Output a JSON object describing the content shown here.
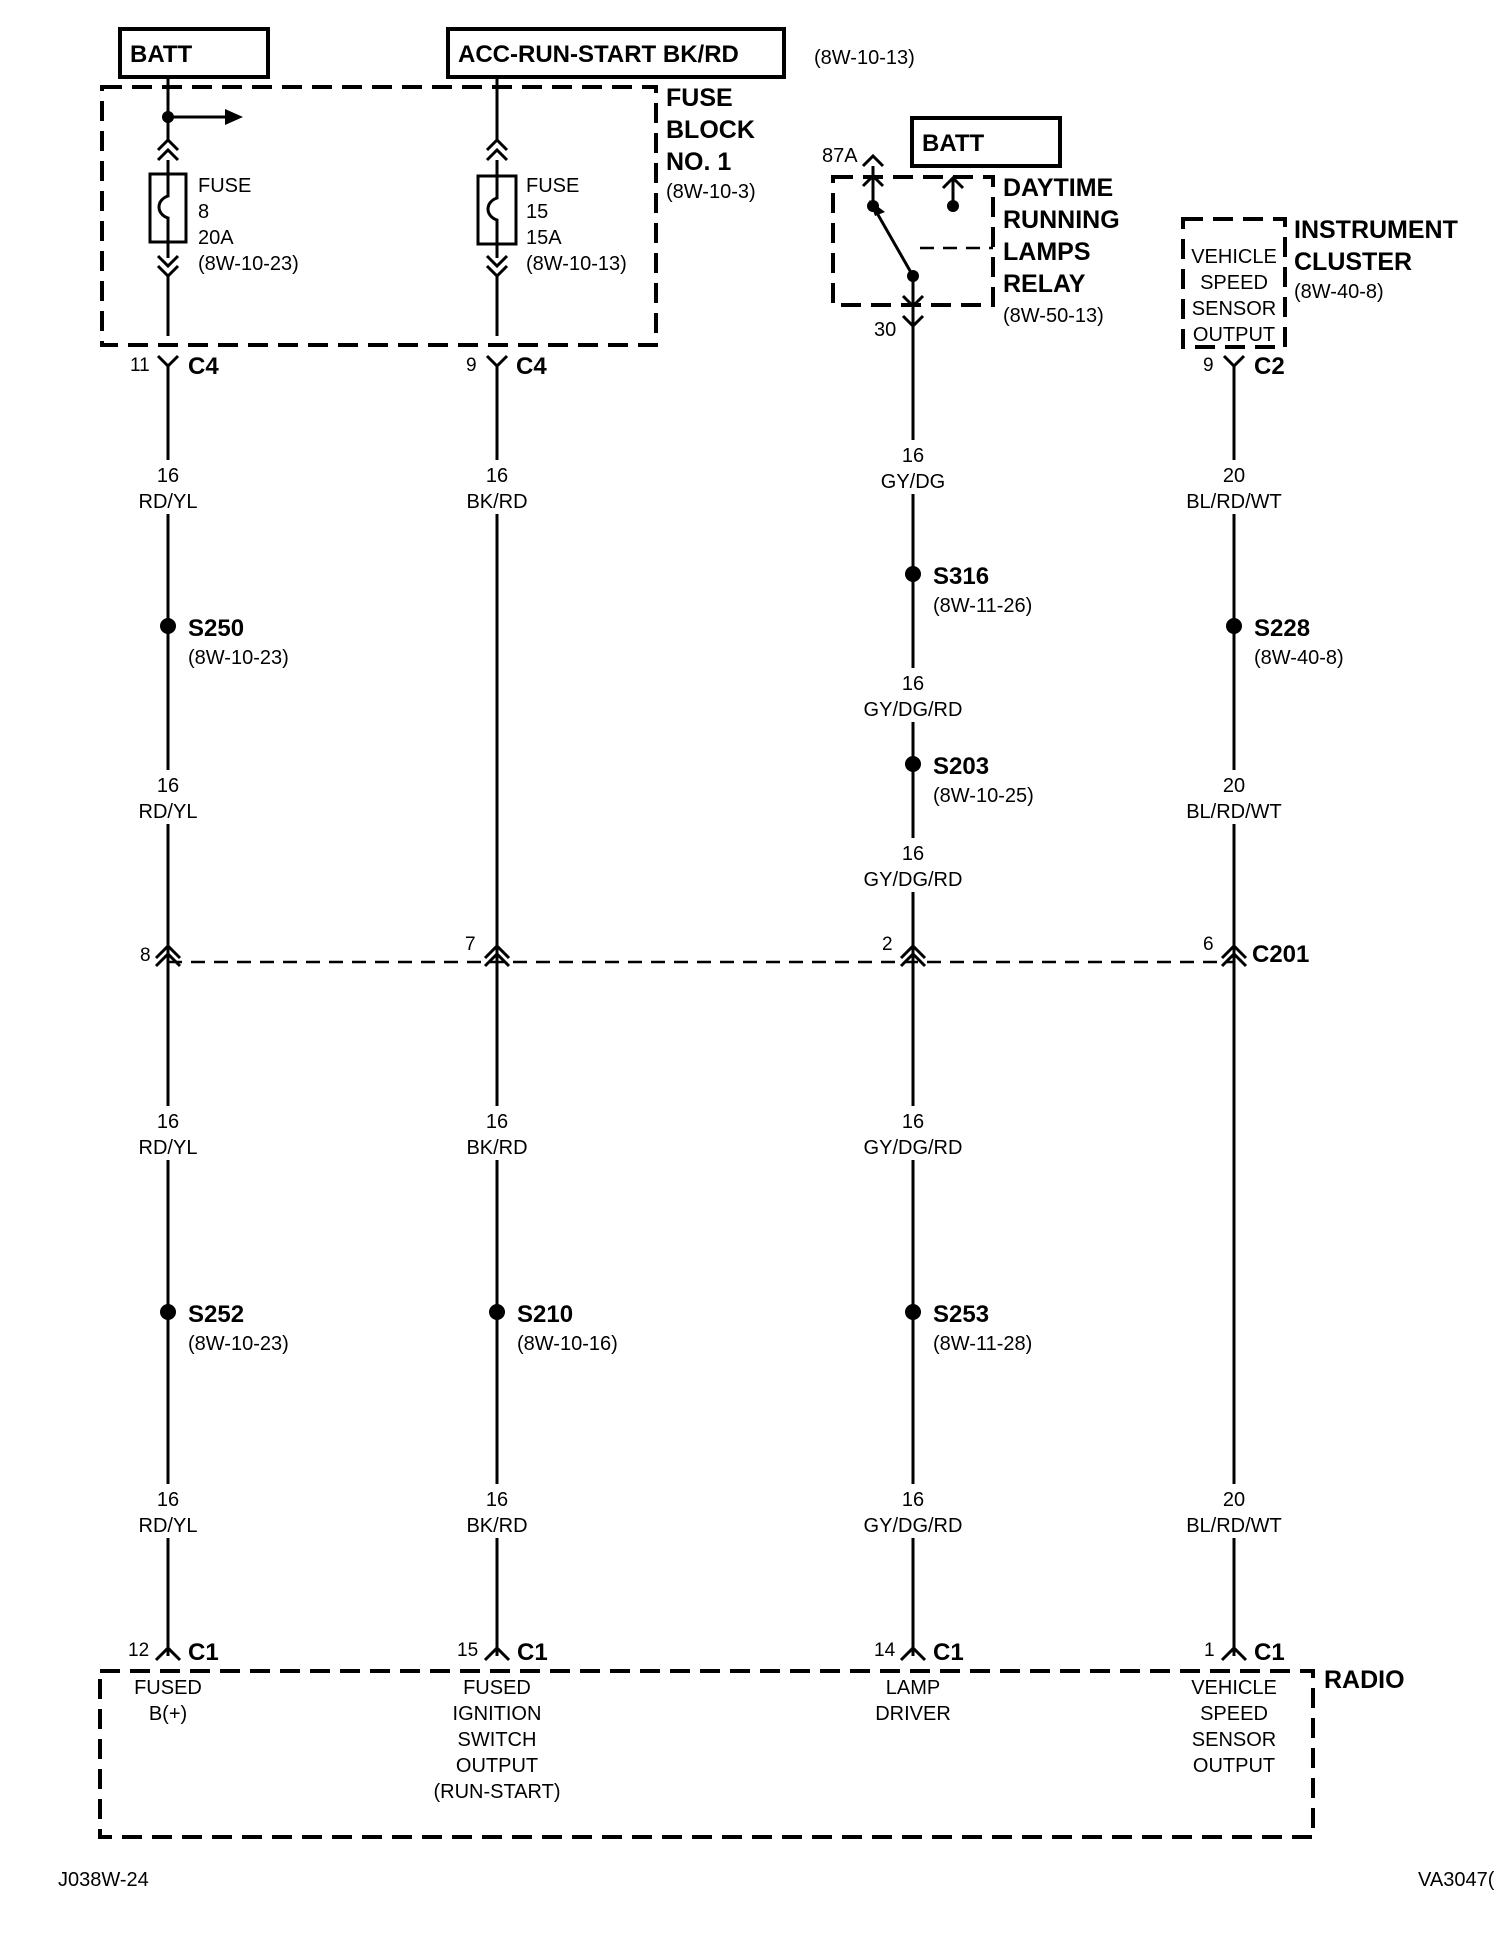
{
  "title_boxes": {
    "batt_left": "BATT",
    "acc_run_start": "ACC-RUN-START BK/RD",
    "acc_ref": "(8W-10-13)",
    "batt_relay": "BATT"
  },
  "fuse_block": {
    "line1": "FUSE",
    "line2": "BLOCK",
    "line3": "NO. 1",
    "ref": "(8W-10-3)",
    "fuse8": {
      "l1": "FUSE",
      "l2": "8",
      "l3": "20A",
      "ref": "(8W-10-23)"
    },
    "fuse15": {
      "l1": "FUSE",
      "l2": "15",
      "l3": "15A",
      "ref": "(8W-10-13)"
    }
  },
  "relay": {
    "line1": "DAYTIME",
    "line2": "RUNNING",
    "line3": "LAMPS",
    "line4": "RELAY",
    "ref": "(8W-50-13)",
    "pin_top": "87A",
    "pin_bottom": "30"
  },
  "cluster": {
    "line1": "INSTRUMENT",
    "line2": "CLUSTER",
    "ref": "(8W-40-8)",
    "inner": [
      "VEHICLE",
      "SPEED",
      "SENSOR",
      "OUTPUT"
    ]
  },
  "connectors": {
    "c4_a_pin": "11",
    "c4_a": "C4",
    "c4_b_pin": "9",
    "c4_b": "C4",
    "c2_pin": "9",
    "c2": "C2",
    "c201": "C201",
    "c201_pins": [
      "8",
      "7",
      "2",
      "6"
    ],
    "c1": "C1",
    "c1_pins": [
      "12",
      "15",
      "14",
      "1"
    ]
  },
  "wires": {
    "w1_gauge": "16",
    "w1_color": "RD/YL",
    "w2_gauge": "16",
    "w2_color": "BK/RD",
    "w3a_gauge": "16",
    "w3a_color": "GY/DG",
    "w3b_gauge": "16",
    "w3b_color": "GY/DG/RD",
    "w4_gauge": "20",
    "w4_color": "BL/RD/WT"
  },
  "splices": {
    "s250": "S250",
    "s250_ref": "(8W-10-23)",
    "s316": "S316",
    "s316_ref": "(8W-11-26)",
    "s203": "S203",
    "s203_ref": "(8W-10-25)",
    "s228": "S228",
    "s228_ref": "(8W-40-8)",
    "s252": "S252",
    "s252_ref": "(8W-10-23)",
    "s210": "S210",
    "s210_ref": "(8W-10-16)",
    "s253": "S253",
    "s253_ref": "(8W-11-28)"
  },
  "radio": {
    "label": "RADIO",
    "pin1": [
      "FUSED",
      "B(+)"
    ],
    "pin2": [
      "FUSED",
      "IGNITION",
      "SWITCH",
      "OUTPUT",
      "(RUN-START)"
    ],
    "pin3": [
      "LAMP",
      "DRIVER"
    ],
    "pin4": [
      "VEHICLE",
      "SPEED",
      "SENSOR",
      "OUTPUT"
    ]
  },
  "footer": {
    "left": "J038W-24",
    "right": "VA3047("
  }
}
